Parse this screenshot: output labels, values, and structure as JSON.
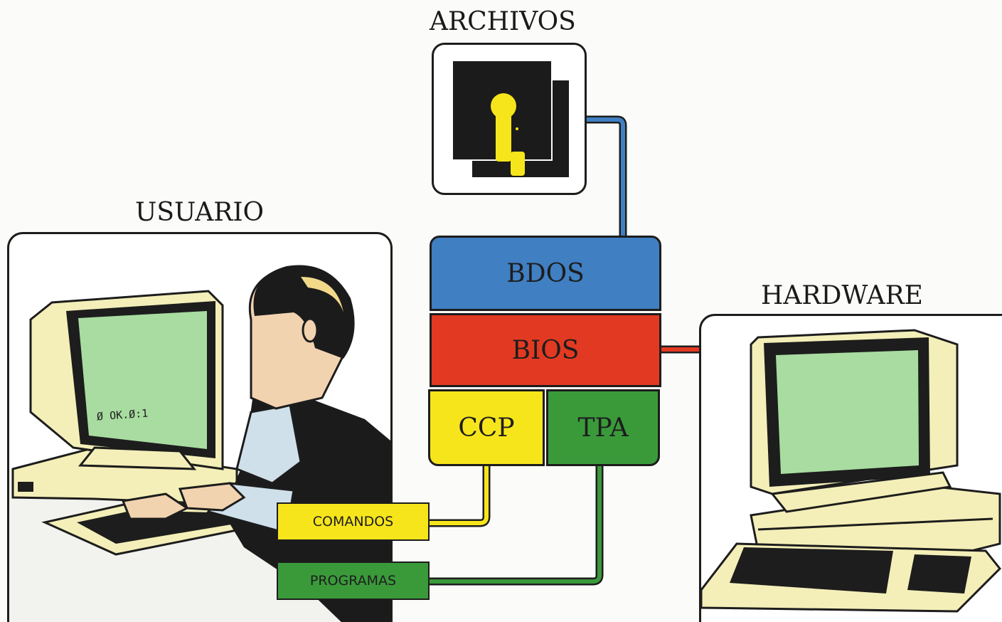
{
  "titles": {
    "files": "ARCHIVOS",
    "user": "USUARIO",
    "hardware": "HARDWARE"
  },
  "stack": {
    "bdos": "BDOS",
    "bios": "BIOS",
    "ccp": "CCP",
    "tpa": "TPA"
  },
  "inputs": {
    "commands": "COMANDOS",
    "programs": "PROGRAMAS"
  },
  "screen_prompt": "Ø OK.Ø:1",
  "colors": {
    "bdos": "#3f7fc2",
    "bios": "#e23a22",
    "ccp": "#f7e51b",
    "tpa": "#3a9a3a",
    "commands": "#f7e51b",
    "programs": "#3a9a3a",
    "screen": "#a8dca0",
    "monitor_body": "#f4efb8"
  }
}
